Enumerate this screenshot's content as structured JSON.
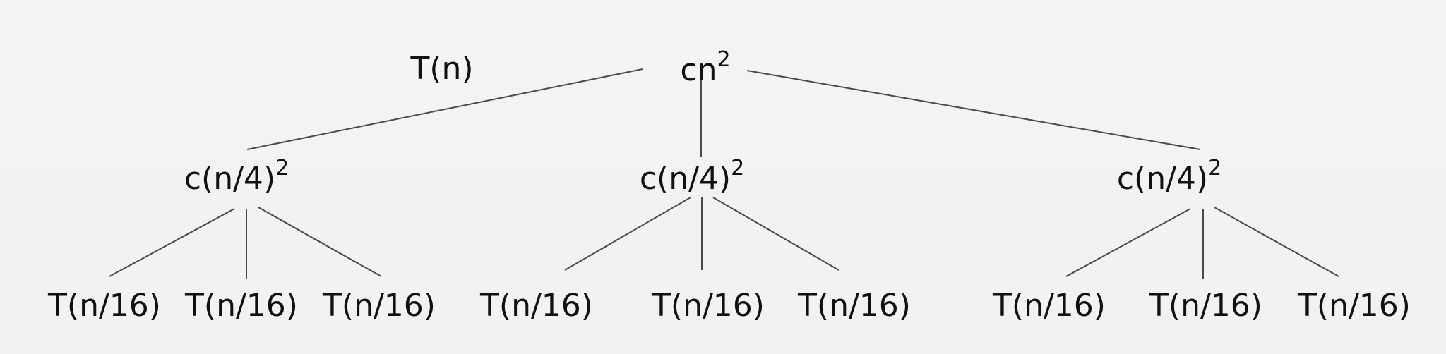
{
  "tree": {
    "root_label": "T(n)",
    "root": {
      "base": "cn",
      "exp": "2"
    },
    "level1": [
      {
        "base": "c(n/4)",
        "exp": "2"
      },
      {
        "base": "c(n/4)",
        "exp": "2"
      },
      {
        "base": "c(n/4)",
        "exp": "2"
      }
    ],
    "level2": [
      "T(n/16)",
      "T(n/16)",
      "T(n/16)",
      "T(n/16)",
      "T(n/16)",
      "T(n/16)",
      "T(n/16)",
      "T(n/16)",
      "T(n/16)"
    ]
  },
  "colors": {
    "background": "#f3f3f3",
    "text": "#111111",
    "edge": "#4a4a4a"
  }
}
